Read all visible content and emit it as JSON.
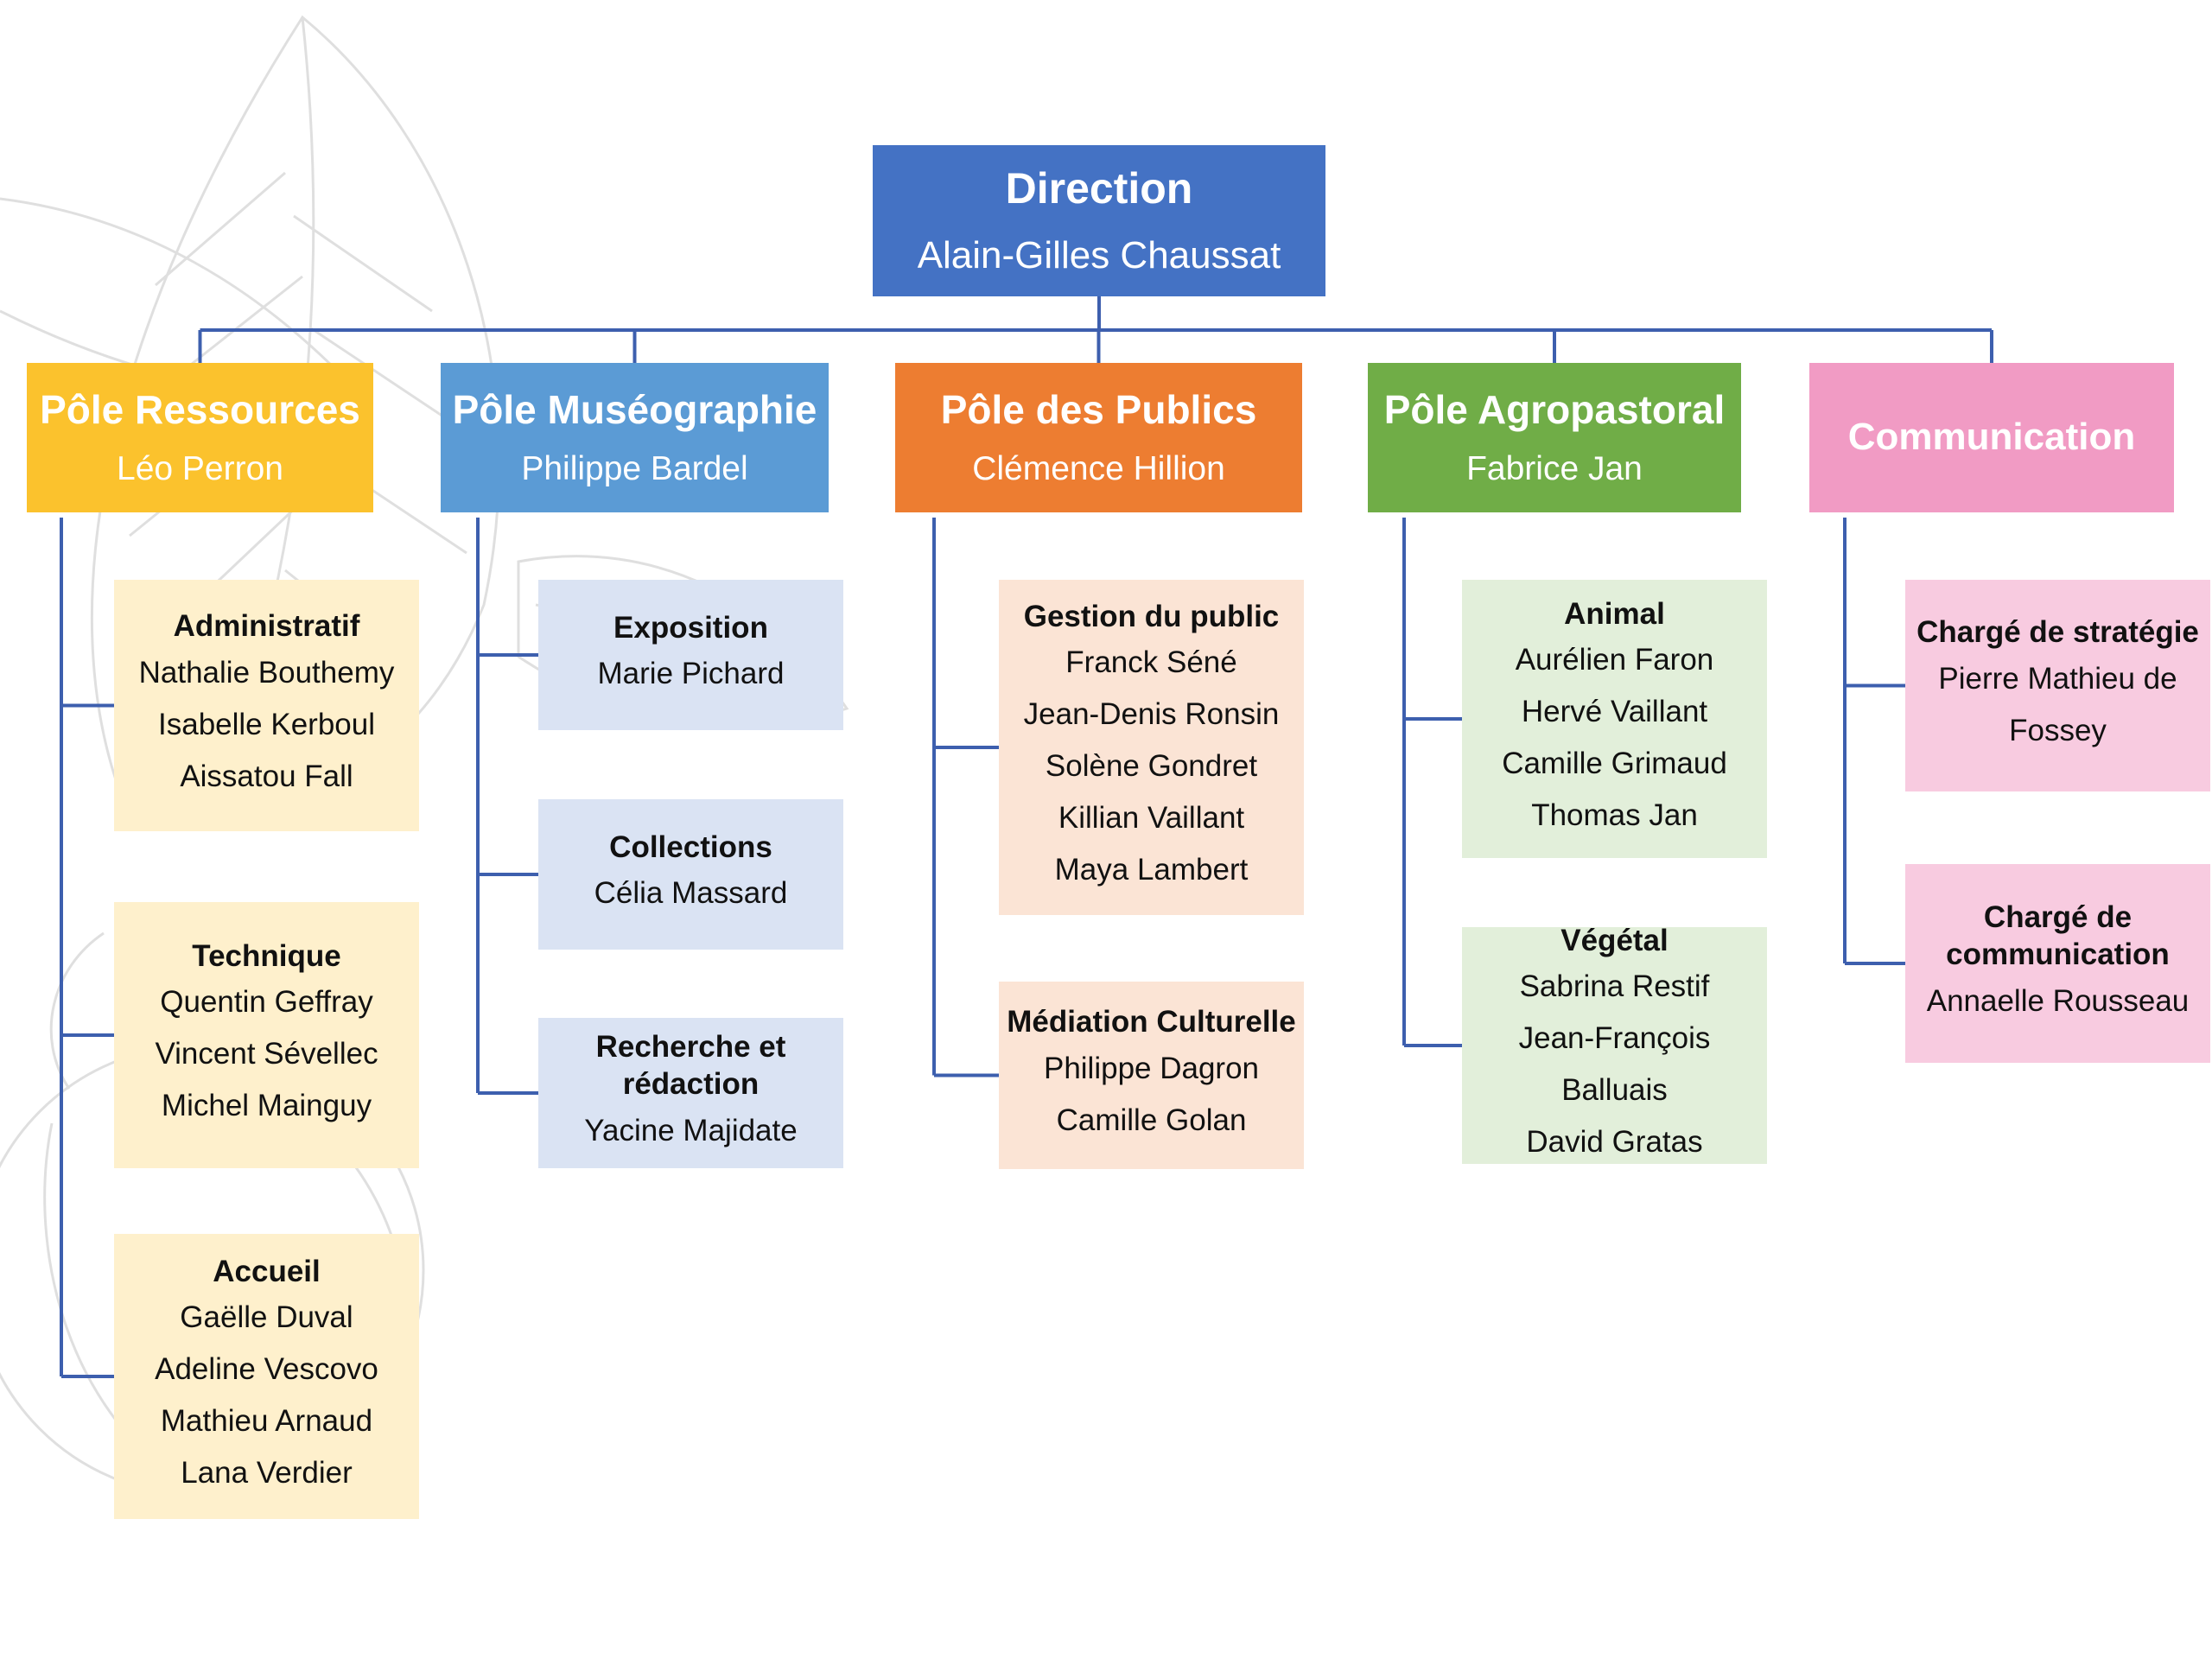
{
  "chart_data": {
    "type": "org-chart",
    "root": {
      "title": "Direction",
      "name": "Alain-Gilles Chaussat"
    },
    "poles": [
      {
        "title": "Pôle Ressources",
        "name": "Léo Perron",
        "color": "#FBC22D",
        "sub_color": "#FEF0CC",
        "units": [
          {
            "title": "Administratif",
            "members": [
              "Nathalie Bouthemy",
              "Isabelle Kerboul",
              "Aissatou Fall"
            ]
          },
          {
            "title": "Technique",
            "members": [
              "Quentin Geffray",
              "Vincent Sévellec",
              "Michel Mainguy"
            ]
          },
          {
            "title": "Accueil",
            "members": [
              "Gaëlle Duval",
              "Adeline Vescovo",
              "Mathieu Arnaud",
              "Lana Verdier"
            ]
          }
        ]
      },
      {
        "title": "Pôle Muséographie",
        "name": "Philippe Bardel",
        "color": "#5B9BD5",
        "sub_color": "#DAE3F3",
        "units": [
          {
            "title": "Exposition",
            "members": [
              "Marie Pichard"
            ]
          },
          {
            "title": "Collections",
            "members": [
              "Célia Massard"
            ]
          },
          {
            "title": "Recherche et rédaction",
            "members": [
              "Yacine Majidate"
            ]
          }
        ]
      },
      {
        "title": "Pôle des Publics",
        "name": "Clémence Hillion",
        "color": "#ED7D31",
        "sub_color": "#FBE4D5",
        "units": [
          {
            "title": "Gestion du public",
            "members": [
              "Franck Séné",
              "Jean-Denis Ronsin",
              "Solène Gondret",
              "Killian Vaillant",
              "Maya Lambert"
            ]
          },
          {
            "title": "Médiation Culturelle",
            "members": [
              "Philippe Dagron",
              "Camille Golan"
            ]
          }
        ]
      },
      {
        "title": "Pôle Agropastoral",
        "name": "Fabrice Jan",
        "color": "#70AD47",
        "sub_color": "#E2EFDA",
        "units": [
          {
            "title": "Animal",
            "members": [
              "Aurélien Faron",
              "Hervé Vaillant",
              "Camille Grimaud",
              "Thomas Jan"
            ]
          },
          {
            "title": "Végétal",
            "members": [
              "Sabrina Restif",
              "Jean-François Balluais",
              "David Gratas"
            ]
          }
        ]
      },
      {
        "title": "Communication",
        "name": "",
        "color": "#F19BC4",
        "sub_color": "#F8CBE0",
        "units": [
          {
            "title": "Chargé de stratégie",
            "members": [
              "Pierre Mathieu de Fossey"
            ]
          },
          {
            "title": "Chargé de communication",
            "members": [
              "Annaelle Rousseau"
            ]
          }
        ]
      }
    ],
    "root_color": "#4472C4",
    "connector_color": "#3D5FAE"
  }
}
